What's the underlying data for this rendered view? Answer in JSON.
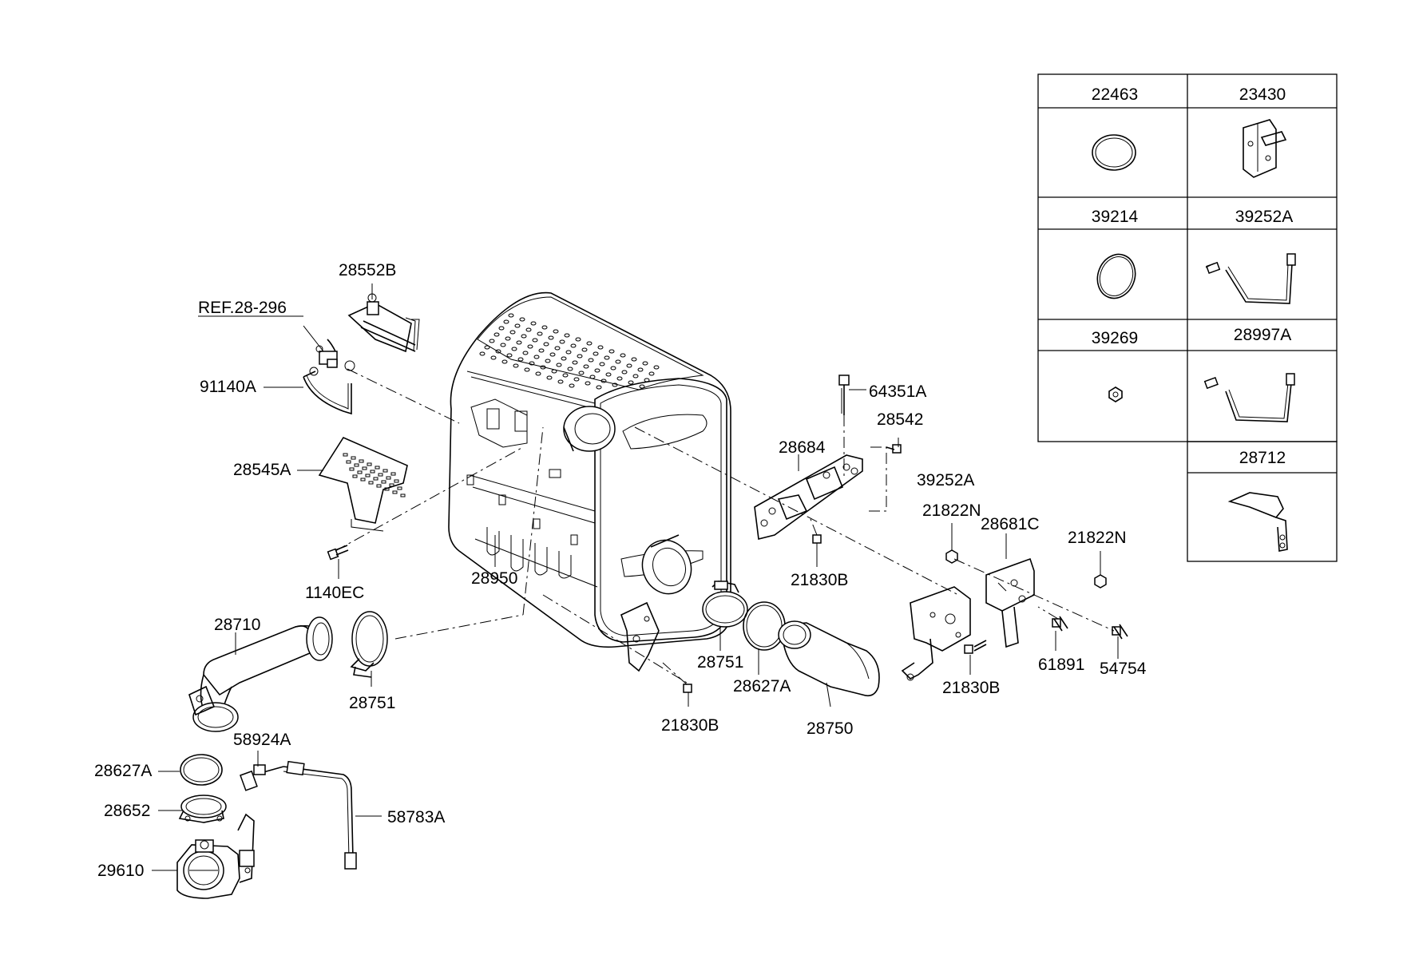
{
  "callouts": {
    "ref": "REF.28-296",
    "p28552B": "28552B",
    "p91140A": "91140A",
    "p28545A": "28545A",
    "p1140EC": "1140EC",
    "p28950": "28950",
    "p28710": "28710",
    "p28751_left": "28751",
    "p28751_mid": "28751",
    "p28627A_mid": "28627A",
    "p28627A_left": "28627A",
    "p28750": "28750",
    "p21830B_bottom": "21830B",
    "p21830B_center": "21830B",
    "p21830B_right": "21830B",
    "p64351A": "64351A",
    "p28542": "28542",
    "p28684": "28684",
    "p39252A": "39252A",
    "p21822N_left": "21822N",
    "p21822N_right": "21822N",
    "p28681C": "28681C",
    "p61891": "61891",
    "p54754": "54754",
    "p58924A": "58924A",
    "p58783A": "58783A",
    "p28652": "28652",
    "p29610": "29610"
  },
  "parts_table": {
    "r1_left": "22463",
    "r1_right": "23430",
    "r2_left": "39214",
    "r2_right": "39252A",
    "r3_left": "39269",
    "r3_right": "28997A",
    "r4_right": "28712"
  }
}
